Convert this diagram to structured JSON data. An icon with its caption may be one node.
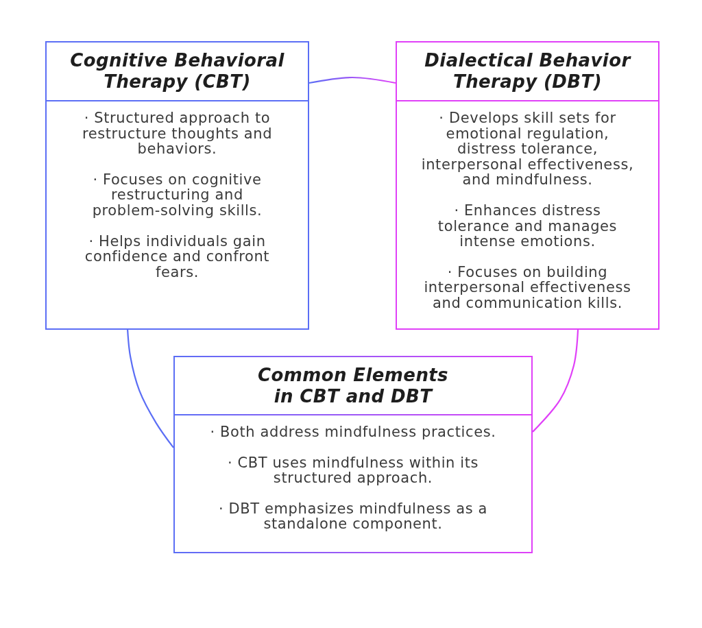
{
  "diagram": {
    "nodes": [
      {
        "text": [
          "Cognitive Behavioral Therapy (CBT)",
          "· Structured approach to restructure thoughts and behaviors.",
          "· Focuses on cognitive restructuring and problem-solving skills.",
          "· Helps individuals gain confidence and confront fears."
        ]
      },
      {
        "text": [
          "Dialectical Behavior Therapy (DBT)",
          "· Develops skill sets for emotional regulation, distress tolerance, interpersonal effectiveness, and mindfulness.",
          "· Enhances distress tolerance and manages intense emotions.",
          "· Focuses on building interpersonal effectiveness and communication kills."
        ]
      },
      {
        "text": [
          "Common Elements in CBT and DBT",
          "· Both address mindfulness practices.",
          "· CBT uses mindfulness within its structured approach.",
          "· DBT emphasizes mindfulness as a standalone component."
        ]
      }
    ],
    "edges": [
      {
        "from": 0,
        "to": 1,
        "arrow": "none"
      },
      {
        "from": 0,
        "to": 2,
        "arrow": "none",
        "color": "#5b6ef5"
      },
      {
        "from": 1,
        "to": 2,
        "arrow": "none",
        "color": "#e040f8"
      }
    ]
  }
}
